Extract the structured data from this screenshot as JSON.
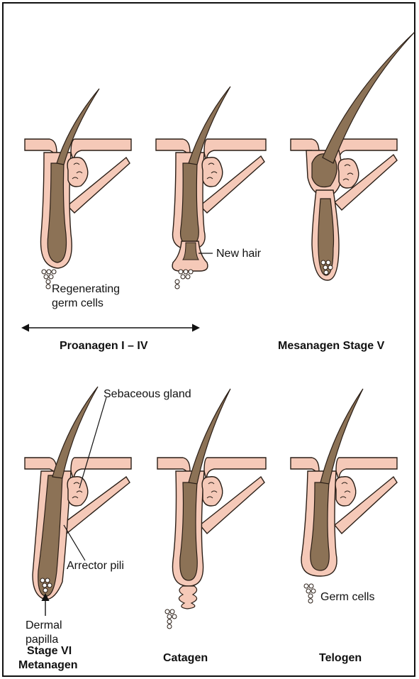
{
  "labels": {
    "regenerating_line1": "Regenerating",
    "regenerating_line2": "germ cells",
    "new_hair": "New hair",
    "sebaceous_gland": "Sebaceous gland",
    "arrector_pili": "Arrector pili",
    "dermal_line1": "Dermal",
    "dermal_line2": "papilla",
    "germ_cells": "Germ cells"
  },
  "stages": {
    "proanagen": "Proanagen I – IV",
    "mesanagen": "Mesanagen Stage V",
    "metanagen_line1": "Stage VI",
    "metanagen_line2": "Metanagen",
    "catagen": "Catagen",
    "telogen": "Telogen"
  },
  "colors": {
    "skin": "#f5c9b8",
    "hair": "#8c7256",
    "outline": "#2a1e16",
    "papilla": "#ffffff"
  }
}
